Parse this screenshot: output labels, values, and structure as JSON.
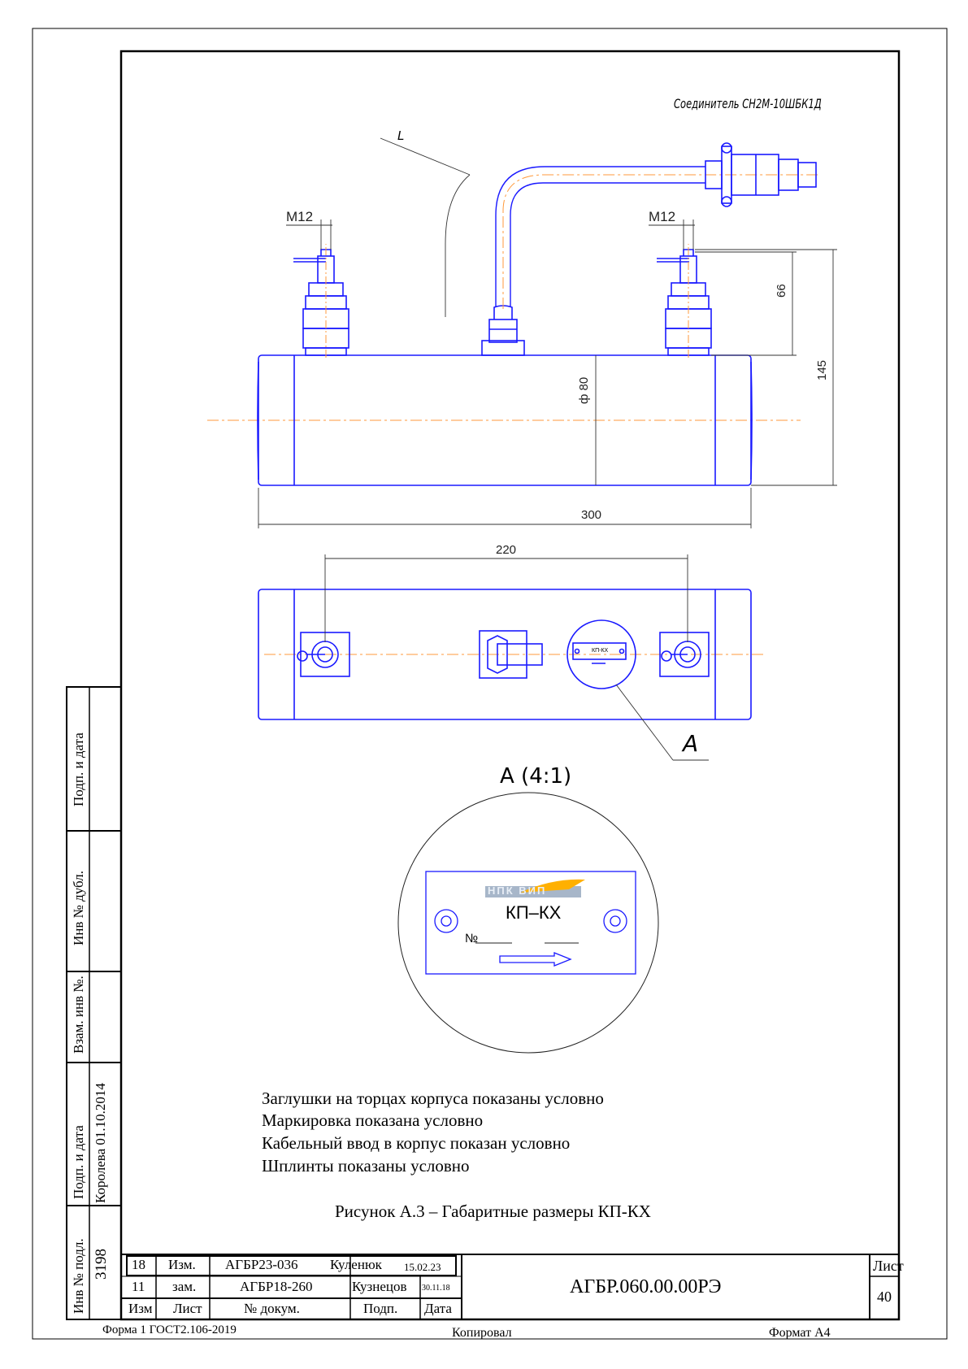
{
  "drawing": {
    "connector_label": "Соединитель СН2М-10ШБК1Д",
    "length_label": "L",
    "thread_left": "М12",
    "thread_right": "М12",
    "dim_66": "66",
    "dim_145": "145",
    "dim_diameter": "ф 80",
    "dim_300": "300",
    "dim_220": "220",
    "callout_a": "A",
    "detail_title": "А (4:1)",
    "plate_model": "КП–КХ",
    "plate_number_label": "№",
    "plate_small_model": "КП-КХ",
    "logo_text": "НПК ВИП"
  },
  "notes": [
    "Заглушки на торцах корпуса показаны условно",
    "Маркировка показана условно",
    "Кабельный ввод в корпус показан условно",
    "Шплинты показаны условно"
  ],
  "caption": "Рисунок А.3 – Габаритные размеры КП-КХ",
  "side_stamp": {
    "podp_data_1": "Подп. и дата",
    "inv_dubl": "Инв № дубл.",
    "vzam_inv": "Взам. инв №.",
    "podp_data_2": "Подп. и дата",
    "signature_date": "Королева 01.10.2014",
    "inv_podl": "Инв № подл.",
    "inv_number": "3198"
  },
  "title_block": {
    "row1": {
      "num": "18",
      "type": "Изм.",
      "doc": "АГБР23-036",
      "name": "Куленюк",
      "date": "15.02.23"
    },
    "row2": {
      "num": "11",
      "type": "зам.",
      "doc": "АГБР18-260",
      "name": "Кузнецов",
      "date": "30.11.18"
    },
    "headers": {
      "izm": "Изм",
      "list": "Лист",
      "doc": "№ докум.",
      "podp": "Подп.",
      "date": "Дата"
    },
    "designation": "АГБР.060.00.00РЭ",
    "sheet_label": "Лист",
    "sheet_number": "40"
  },
  "footer": {
    "form": "Форма 1 ГОСТ2.106-2019",
    "copied": "Копировал",
    "format": "Формат А4"
  },
  "colors": {
    "outline": "#1a1aff",
    "axis": "#ff9a3c",
    "dim": "#333333",
    "frame": "#000000"
  }
}
